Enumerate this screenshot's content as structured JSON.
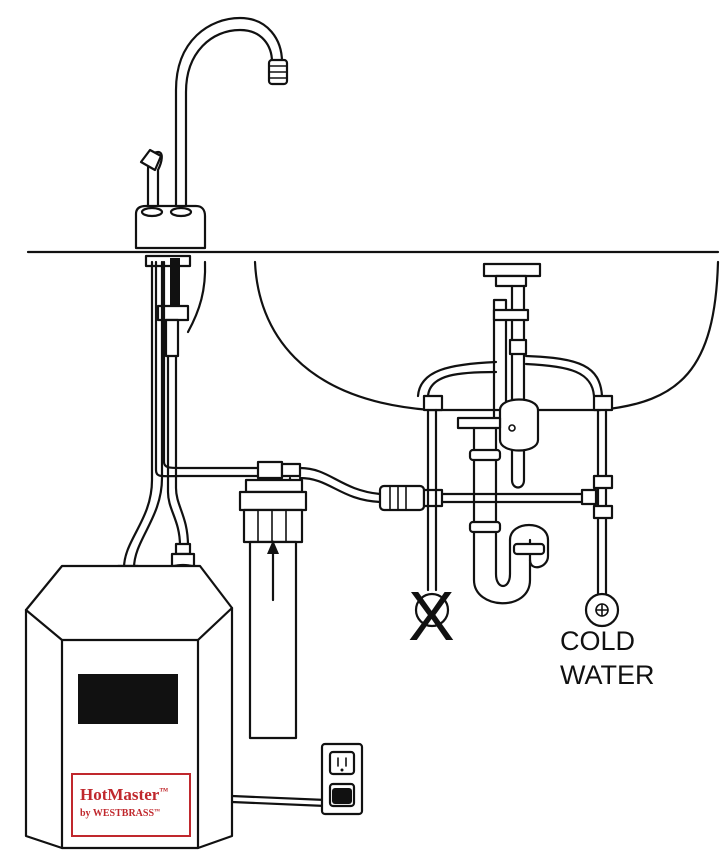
{
  "labels": {
    "cold_line1": "COLD",
    "cold_line2": "WATER",
    "disconnect_mark": "X",
    "brand_name": "HotMaster",
    "brand_tm": "™",
    "brand_by": "by WESTBRASS",
    "brand_by_tm": "™"
  },
  "colors": {
    "line": "#111111",
    "brand_red": "#c0282d",
    "display": "#000000",
    "background": "#ffffff"
  }
}
